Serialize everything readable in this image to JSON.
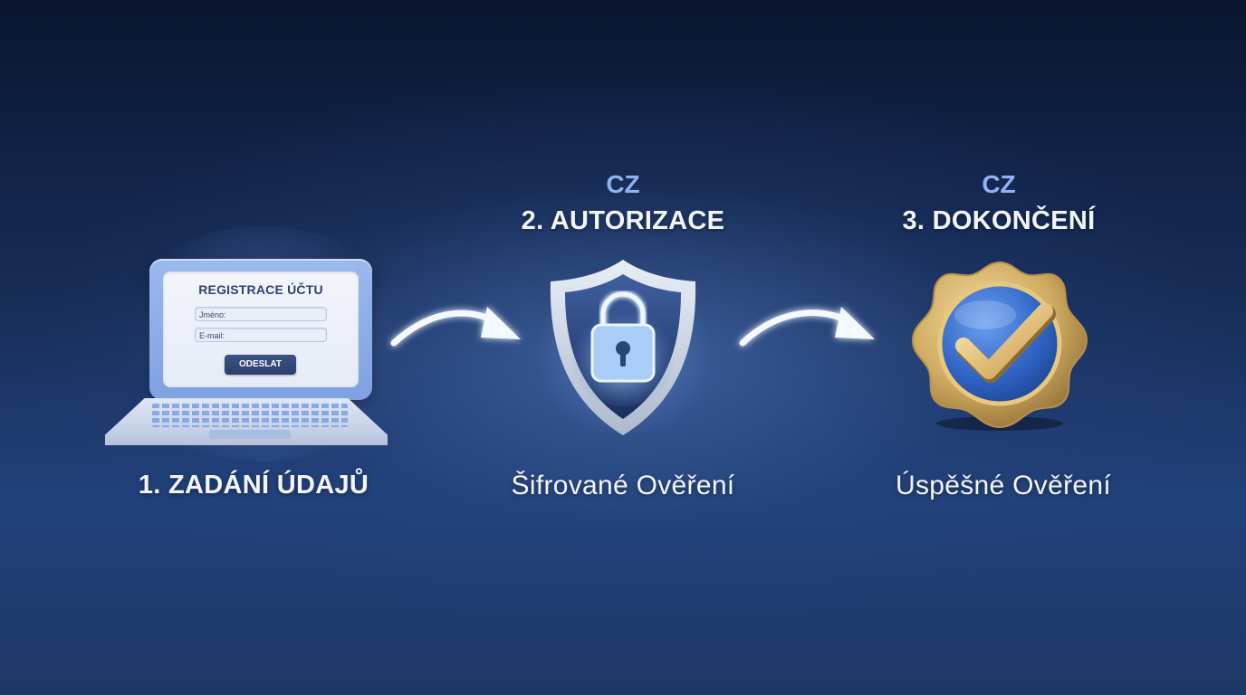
{
  "step1": {
    "form_title": "REGISTRACE ÚČTU",
    "name_field_label": "Jméno:",
    "email_field_label": "E-mail:",
    "submit_label": "ODESLAT",
    "label": "1. ZADÁNÍ ÚDAJŮ"
  },
  "step2": {
    "badge": "CZ",
    "title": "2. AUTORIZACE",
    "caption": "Šifrované Ověření",
    "icon": "shield-lock-icon"
  },
  "step3": {
    "badge": "CZ",
    "title": "3. DOKONČENÍ",
    "caption": "Úspěšné Ověření",
    "icon": "checkmark-seal-icon"
  },
  "arrows": [
    "arrow-icon",
    "arrow-icon"
  ],
  "colors": {
    "accent_blue": "#8fb3f2",
    "gold": "#d9b46a",
    "background_dark": "#0a1630"
  }
}
